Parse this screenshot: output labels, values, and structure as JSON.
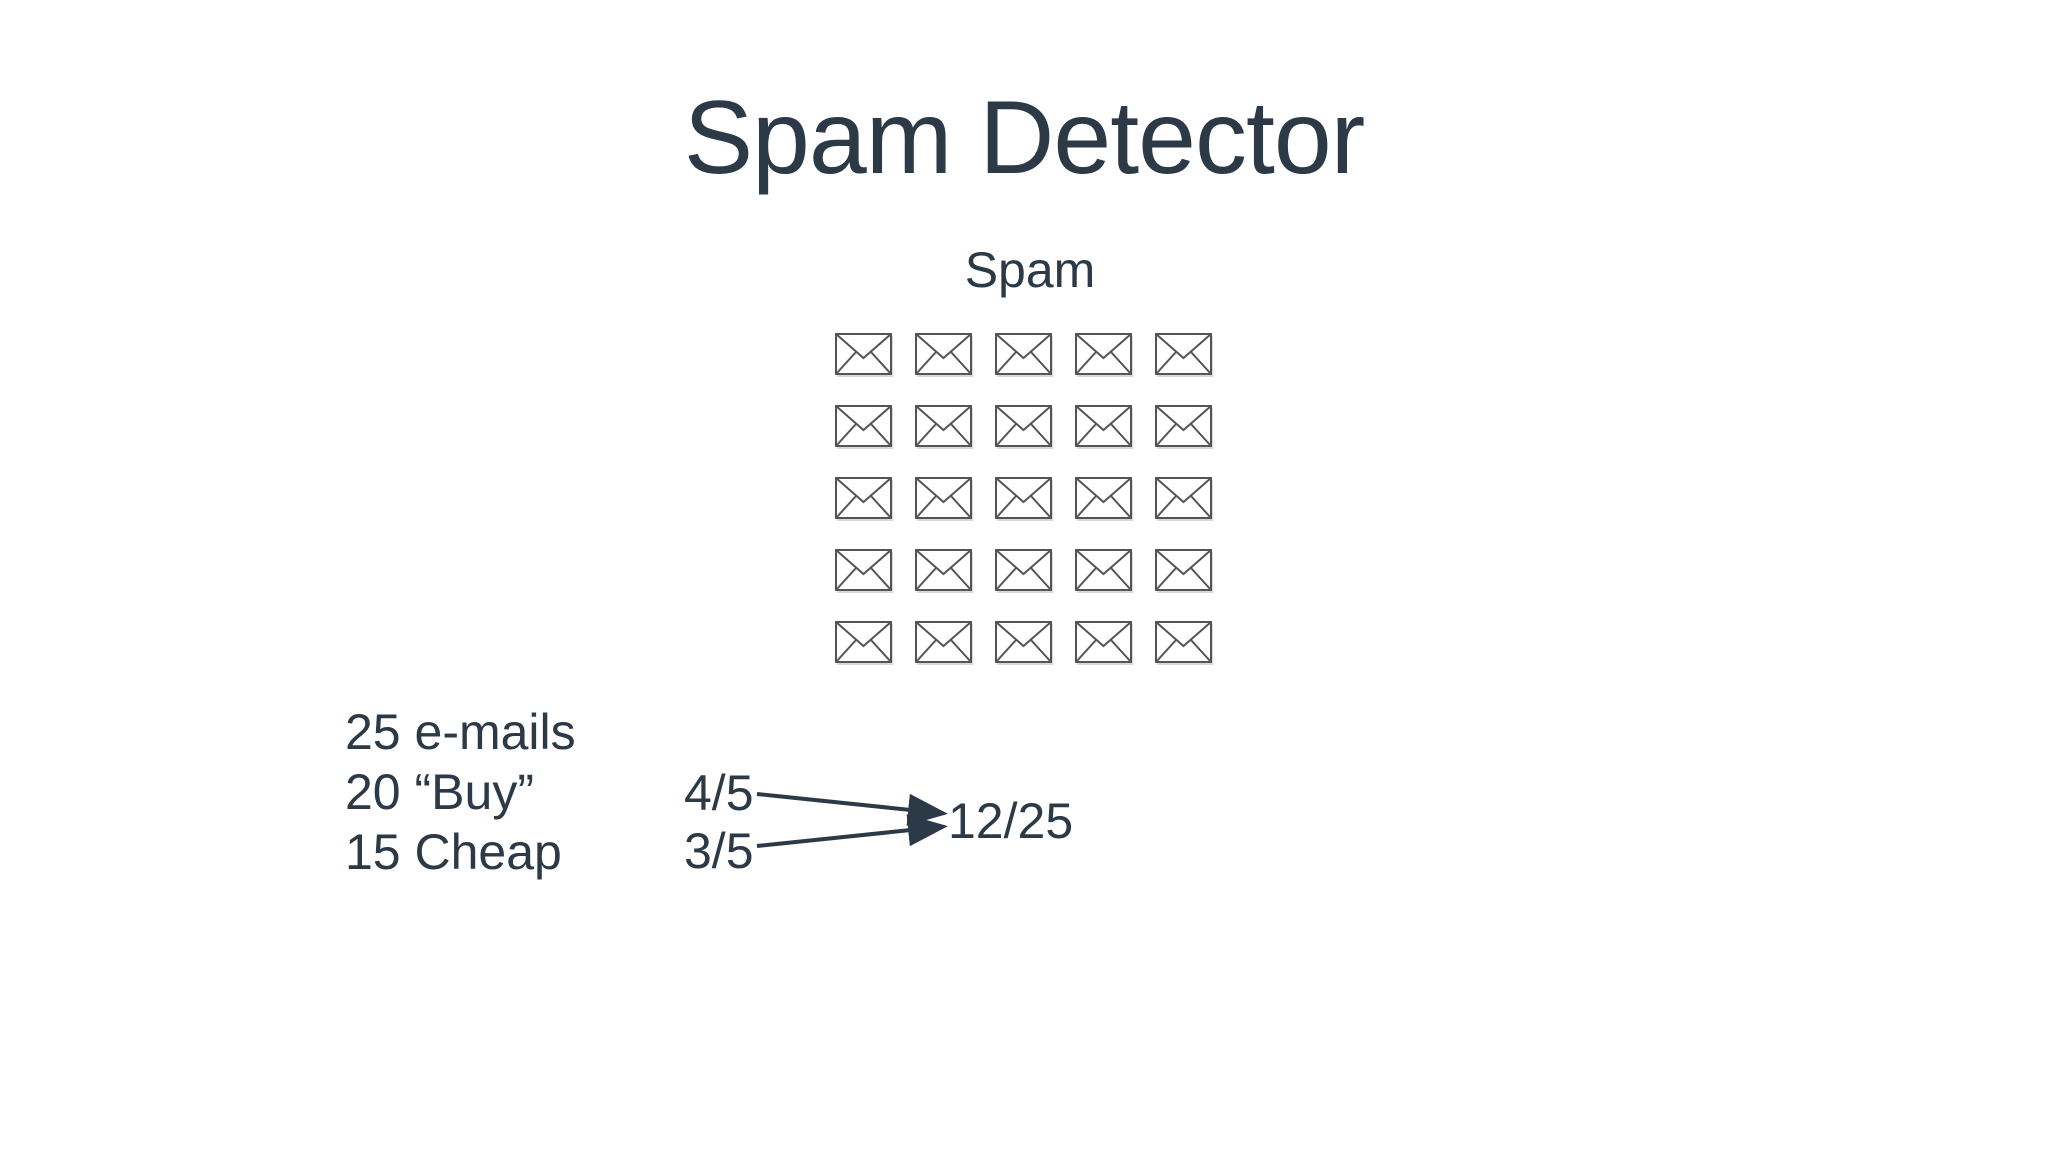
{
  "slide": {
    "title": "Spam Detector",
    "group_label": "Spam",
    "email_grid": {
      "rows": 5,
      "cols": 5,
      "icon": "envelope-icon"
    },
    "stats": [
      {
        "text": "25 e-mails"
      },
      {
        "text": "20 “Buy”"
      },
      {
        "text": "15 Cheap"
      }
    ],
    "fractions": {
      "buy": "4/5",
      "cheap": "3/5",
      "combined": "12/25"
    }
  },
  "colors": {
    "text": "#2b3a46",
    "envelope_stroke": "#555555",
    "envelope_fill": "#ffffff"
  }
}
